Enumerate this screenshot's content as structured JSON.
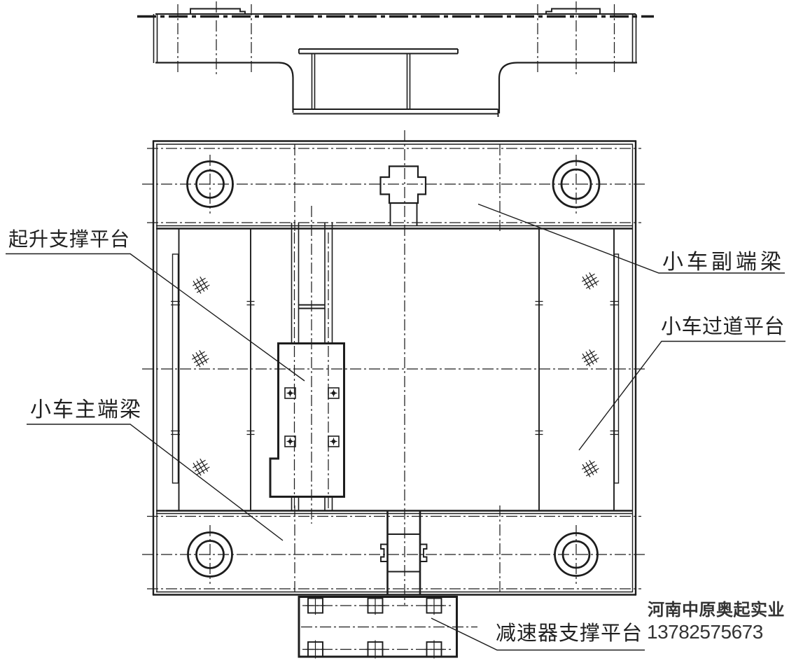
{
  "drawing": {
    "type": "crane-trolley-frame-technical-drawing",
    "background": "#ffffff",
    "line_color": "#1d1d1d"
  },
  "labels": {
    "hoist_support_platform": "起升支撑平台",
    "aux_end_beam": "小车副端梁",
    "walkway_platform": "小车过道平台",
    "main_end_beam": "小车主端梁",
    "reducer_support_platform": "减速器支撑平台"
  },
  "watermark": {
    "company": "河南中原奥起实业",
    "phone": "13782575673"
  }
}
